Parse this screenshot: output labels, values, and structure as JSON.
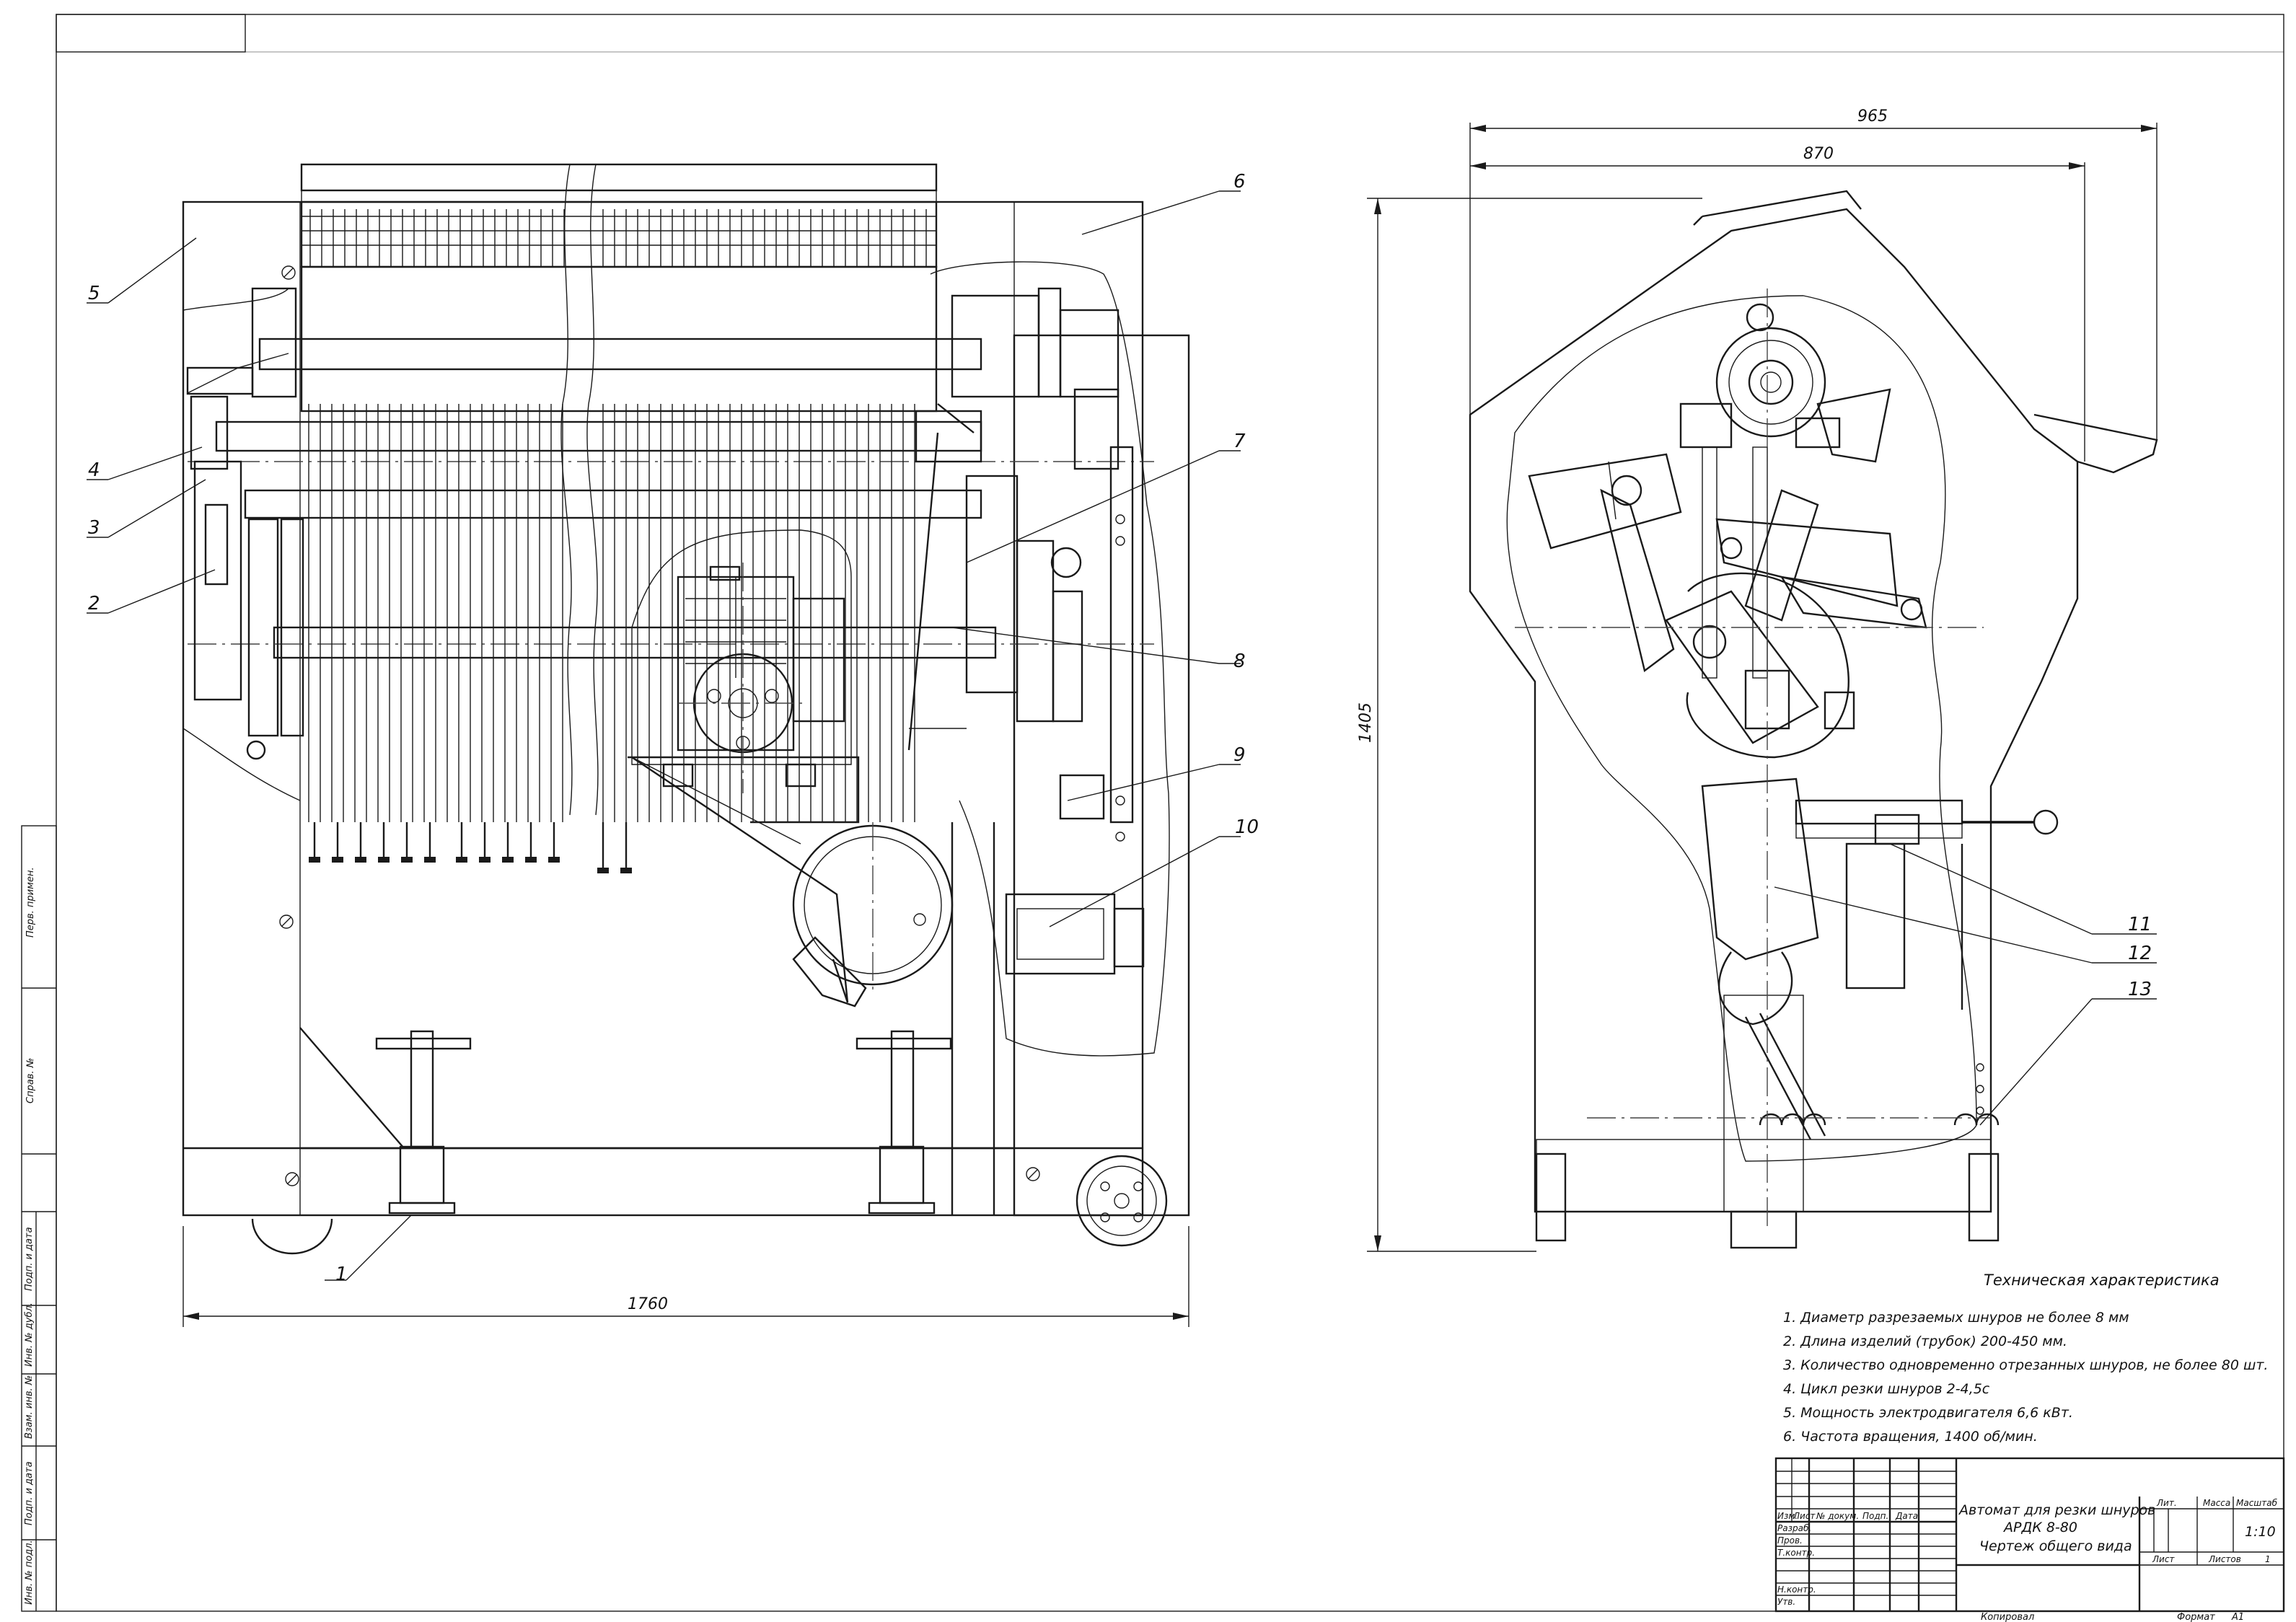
{
  "drawing": {
    "callouts": [
      "1",
      "2",
      "3",
      "4",
      "5",
      "6",
      "7",
      "8",
      "9",
      "10",
      "11",
      "12",
      "13"
    ],
    "dimensions": {
      "overall_length": "1760",
      "overall_width_a": "965",
      "overall_width_b": "870",
      "overall_height": "1405"
    }
  },
  "tech_spec": {
    "heading": "Техническая характеристика",
    "items": [
      "1. Диаметр разрезаемых шнуров не более 8 мм",
      "2. Длина изделий (трубок) 200-450 мм.",
      "3. Количество одновременно отрезанных шнуров, не более 80 шт.",
      "4. Цикл резки шнуров 2-4,5с",
      "5. Мощность электродвигателя 6,6 кВт.",
      "6. Частота вращения, 1400 об/мин."
    ]
  },
  "title_block": {
    "title_line1": "Автомат для резки шнуров",
    "title_line2": "АРДК 8-80",
    "title_line3": "Чертеж общего вида",
    "col_izm": "Изм.",
    "col_list": "Лист",
    "col_doc": "№ докум.",
    "col_sign": "Подп.",
    "col_date": "Дата",
    "row_razrab": "Разраб.",
    "row_prov": "Пров.",
    "row_tkontr": "Т.контр.",
    "row_nkontr": "Н.контр.",
    "row_utv": "Утв.",
    "lit_label": "Лит.",
    "mass_label": "Масса",
    "scale_label": "Масштаб",
    "scale_value": "1:10",
    "sheet_label": "Лист",
    "sheets_label": "Листов",
    "sheets_value": "1"
  },
  "footer": {
    "copied": "Копировал",
    "format": "Формат",
    "format_value": "А1"
  },
  "side_stamp": [
    "Перв. примен.",
    "Справ. №",
    "Подп. и дата",
    "Инв. № дубл.",
    "Взам. инв. №",
    "Подп. и дата",
    "Инв. № подл."
  ]
}
